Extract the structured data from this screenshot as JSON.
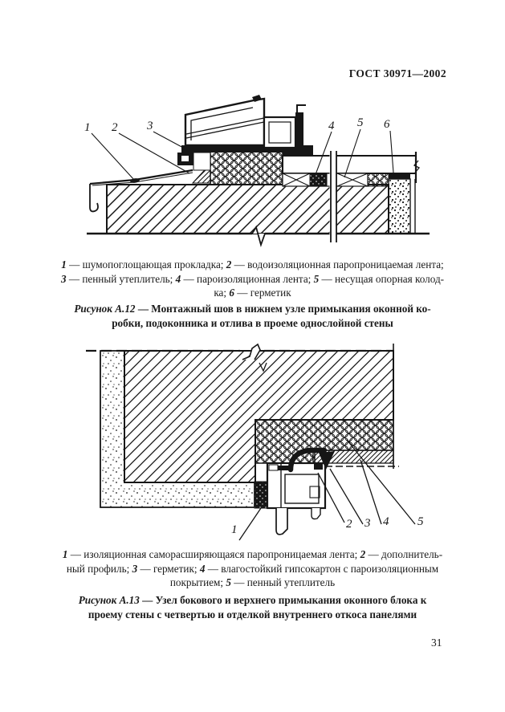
{
  "header": {
    "standard_code": "ГОСТ 30971—2002"
  },
  "page_number": "31",
  "colors": {
    "ink": "#161616",
    "paper": "#ffffff"
  },
  "figures": {
    "a12": {
      "callouts": [
        "1",
        "2",
        "3",
        "4",
        "5",
        "6"
      ],
      "legend_lines": [
        [
          {
            "i": "1"
          },
          {
            "t": " — шумопоглощающая прокладка; "
          },
          {
            "i": "2"
          },
          {
            "t": " — водоизоляционная паропроницаемая лента;"
          }
        ],
        [
          {
            "i": "3"
          },
          {
            "t": " — пенный утеплитель; "
          },
          {
            "i": "4"
          },
          {
            "t": " — пароизоляционная лента; "
          },
          {
            "i": "5"
          },
          {
            "t": " — несущая опорная колод-"
          }
        ],
        [
          {
            "t": "ка; "
          },
          {
            "i": "6"
          },
          {
            "t": " — герметик"
          }
        ]
      ],
      "caption_lines": [
        [
          {
            "b": "Рисунок А.12"
          },
          {
            "t": " — Монтажный шов в нижнем узле примыкания оконной ко-"
          }
        ],
        [
          {
            "t": "робки, подоконника и отлива в проеме однослойной стены"
          }
        ]
      ]
    },
    "a13": {
      "callouts": [
        "1",
        "2",
        "3",
        "4",
        "5"
      ],
      "legend_lines": [
        [
          {
            "i": "1"
          },
          {
            "t": " — изоляционная саморасширяющаяся паропроницаемая лента; "
          },
          {
            "i": "2"
          },
          {
            "t": " — дополнитель-"
          }
        ],
        [
          {
            "t": "ный профиль; "
          },
          {
            "i": "3"
          },
          {
            "t": " — герметик; "
          },
          {
            "i": "4"
          },
          {
            "t": " — влагостойкий гипсокартон с пароизоляционным"
          }
        ],
        [
          {
            "t": "покрытием; "
          },
          {
            "i": "5"
          },
          {
            "t": " — пенный утеплитель"
          }
        ]
      ],
      "caption_lines": [
        [
          {
            "b": "Рисунок А.13"
          },
          {
            "t": " — Узел бокового и верхнего примыкания оконного блока к"
          }
        ],
        [
          {
            "t": "проему стены с четвертью и отделкой внутреннего откоса панелями"
          }
        ]
      ]
    }
  }
}
